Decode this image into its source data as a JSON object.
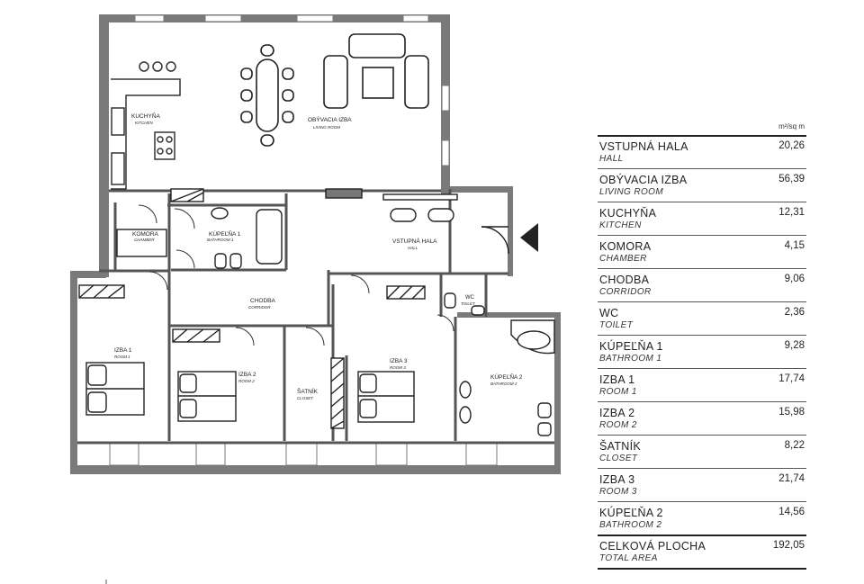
{
  "plan": {
    "labels": {
      "living": {
        "name": "OBÝVACIA IZBA",
        "sub": "LIVING ROOM"
      },
      "kitchen": {
        "name": "KUCHYŇA",
        "sub": "KITCHEN"
      },
      "chamber": {
        "name": "KOMORA",
        "sub": "CHAMBER"
      },
      "bath1": {
        "name": "KÚPEĽŇA 1",
        "sub": "BATHROOM 1"
      },
      "hall": {
        "name": "VSTUPNÁ HALA",
        "sub": "HALL"
      },
      "corridor": {
        "name": "CHODBA",
        "sub": "CORRIDOR"
      },
      "wc": {
        "name": "WC",
        "sub": "TOILET"
      },
      "room1": {
        "name": "IZBA 1",
        "sub": "ROOM 1"
      },
      "room2": {
        "name": "IZBA 2",
        "sub": "ROOM 2"
      },
      "closet": {
        "name": "ŠATNÍK",
        "sub": "CLOSET"
      },
      "room3": {
        "name": "IZBA 3",
        "sub": "ROOM 3"
      },
      "bath2": {
        "name": "KÚPEĽŇA 2",
        "sub": "BATHROOM 2"
      }
    }
  },
  "table": {
    "unit": "m²/sq m",
    "rows": [
      {
        "name": "VSTUPNÁ HALA",
        "sub": "HALL",
        "value": "20,26"
      },
      {
        "name": "OBÝVACIA IZBA",
        "sub": "LIVING ROOM",
        "value": "56,39"
      },
      {
        "name": "KUCHYŇA",
        "sub": "KITCHEN",
        "value": "12,31"
      },
      {
        "name": "KOMORA",
        "sub": "CHAMBER",
        "value": "4,15"
      },
      {
        "name": "CHODBA",
        "sub": "CORRIDOR",
        "value": "9,06"
      },
      {
        "name": "WC",
        "sub": "TOILET",
        "value": "2,36"
      },
      {
        "name": "KÚPEĽŇA 1",
        "sub": "BATHROOM 1",
        "value": "9,28"
      },
      {
        "name": "IZBA 1",
        "sub": "ROOM 1",
        "value": "17,74"
      },
      {
        "name": "IZBA 2",
        "sub": "ROOM 2",
        "value": "15,98"
      },
      {
        "name": "ŠATNÍK",
        "sub": "CLOSET",
        "value": "8,22"
      },
      {
        "name": "IZBA 3",
        "sub": "ROOM 3",
        "value": "21,74"
      },
      {
        "name": "KÚPEĽŇA 2",
        "sub": "BATHROOM 2",
        "value": "14,56"
      }
    ],
    "total": {
      "name": "CELKOVÁ PLOCHA",
      "sub": "TOTAL AREA",
      "value": "192,05"
    }
  }
}
